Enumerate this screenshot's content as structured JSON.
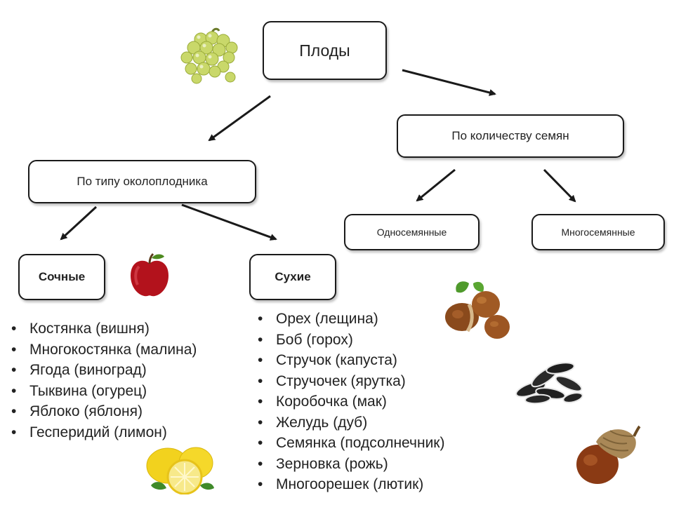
{
  "root": {
    "label": "Плоды"
  },
  "by_seed_count": {
    "label": "По количеству семян"
  },
  "by_pericarp": {
    "label": "По типу околоплодника"
  },
  "single_seed": {
    "label": "Односемянные"
  },
  "multi_seed": {
    "label": "Многосемянные"
  },
  "juicy": {
    "label": "Сочные",
    "items": [
      "Костянка (вишня)",
      "Многокостянка (малина)",
      "Ягода (виноград)",
      "Тыквина (огурец)",
      "Яблоко (яблоня)",
      "Гесперидий (лимон)"
    ]
  },
  "dry": {
    "label": "Сухие",
    "items": [
      "Орех (лещина)",
      "Боб (горох)",
      "Стручок (капуста)",
      "Стручочек (ярутка)",
      "Коробочка (мак)",
      "Желудь (дуб)",
      "Семянка (подсолнечник)",
      "Зерновка (рожь)",
      "Многоорешек (лютик)"
    ]
  },
  "icons": [
    "grapes-icon",
    "apple-icon",
    "lemon-icon",
    "hazelnut-icon",
    "sunflower-seeds-icon",
    "acorn-icon"
  ],
  "colors": {
    "border": "#1a1a1a",
    "arrow": "#1a1a1a",
    "text": "#222222"
  }
}
